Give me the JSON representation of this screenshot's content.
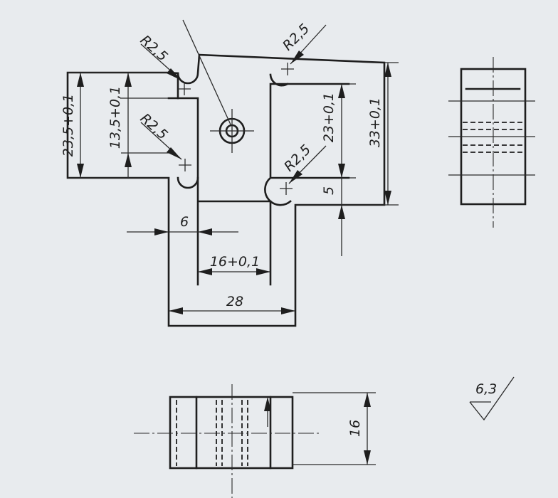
{
  "drawing": {
    "dimensions": {
      "r_top_left": "R2,5",
      "r_top_right": "R2,5",
      "r_mid_left": "R2,5",
      "r_bottom_right": "R2,5",
      "overall_height_left": "23,5+0,1",
      "inner_height_left": "13,5+0,1",
      "inner_height_right": "23+0,1",
      "overall_height_right": "33+0,1",
      "step_height": "5",
      "width_6": "6",
      "slot_width": "16+0,1",
      "overall_width": "28",
      "thickness": "16"
    },
    "surface_finish": "6,3"
  }
}
